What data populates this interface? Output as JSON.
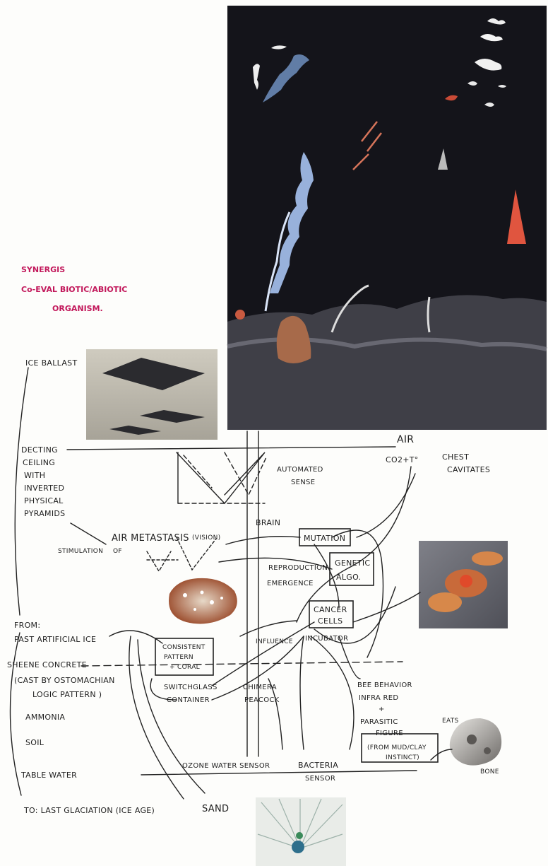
{
  "title_note": [
    "SYNERGIS",
    "Co-EVAL BIOTIC/ABIOTIC",
    "ORGANISM."
  ],
  "labels": {
    "ice_ballast": "ICE BALLAST",
    "ceiling": [
      "DECTING",
      "CEILING",
      "WITH",
      "INVERTED",
      "PHYSICAL",
      "PYRAMIDS"
    ],
    "air": "AIR",
    "co2": "CO2+T°",
    "chest": "CHEST",
    "cavitates": "CAVITATES",
    "automated_sense": [
      "AUTOMATED",
      "SENSE"
    ],
    "brain": "BRAIN",
    "mutation": "MUTATION",
    "air_metastasis": "AIR METASTASIS",
    "vision": "(VISION)",
    "stimulation": "STIMULATION",
    "of": "OF",
    "reproduction": "REPRODUCTION",
    "emergence": "EMERGENCE",
    "genetic_algo": [
      "GENETIC",
      "ALGO."
    ],
    "cancer_cells": [
      "CANCER",
      "CELLS"
    ],
    "incubator": "INCUBATOR",
    "influence": "INFLUENCE",
    "from_heading": "FROM:",
    "past_artificial_ice": "PAST ARTIFICIAL ICE",
    "sheene_concrete": "SHEENE CONCRETE",
    "cast_note": [
      "(CAST BY OSTOMACHIAN",
      "LOGIC PATTERN )"
    ],
    "ammonia": "AMMONIA",
    "soil": "SOIL",
    "table_water": "TABLE WATER",
    "last_glaciation": "TO: LAST GLACIATION (ICE AGE)",
    "sand": "SAND",
    "consistent_pattern": [
      "CONSISTENT",
      "PATTERN",
      "+ CORAL"
    ],
    "switchglass": [
      "SWITCHGLASS",
      "CONTAINER"
    ],
    "chimera": [
      "CHIMERA",
      "PEACOCK"
    ],
    "bee_behavior": [
      "BEE BEHAVIOR",
      "INFRA RED",
      "+"
    ],
    "parasitic": [
      "PARASITIC",
      "FIGURE"
    ],
    "from_mud_clay": [
      "(FROM MUD/CLAY",
      "INSTINCT)"
    ],
    "ozone_water_sensor": "OZONE WATER SENSOR",
    "bacteria_sensor": [
      "BACTERIA",
      "SENSOR"
    ],
    "eats": "EATS",
    "bone": "BONE"
  },
  "colors": {
    "ink": "#1e1e1e",
    "accent_ink": "#c2185b",
    "painting_bg": "#14141a"
  },
  "images": {
    "painting": "surrealist-painting-icon",
    "ballast_photo": "floating-squares-photo-icon",
    "stone": "speckled-stone-icon",
    "cells": "cancer-cells-micrograph-icon",
    "bone": "bone-sculpture-icon",
    "peacock": "peacock-photo-icon"
  }
}
